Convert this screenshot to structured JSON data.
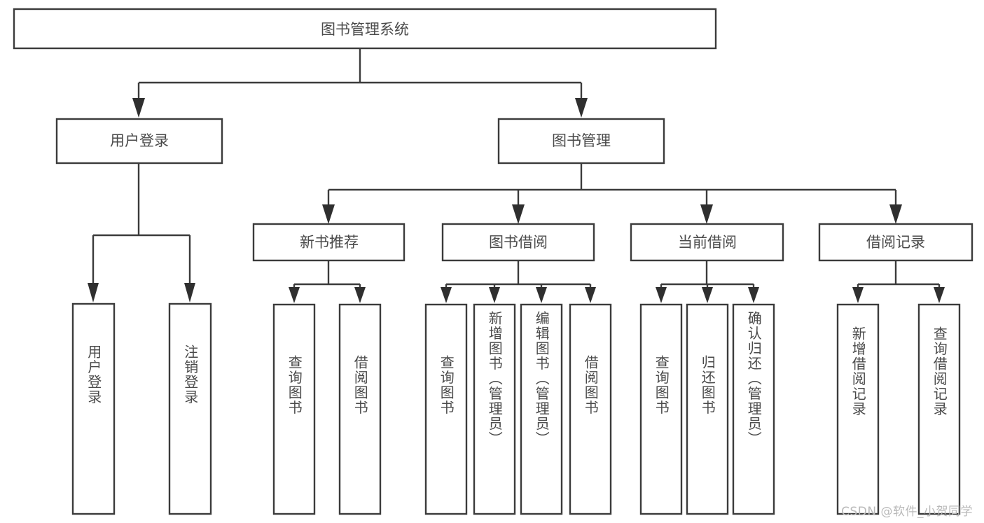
{
  "diagram": {
    "title_node": {
      "label": "图书管理系统"
    },
    "level2": [
      {
        "id": "user-login",
        "label": "用户登录"
      },
      {
        "id": "book-management",
        "label": "图书管理"
      }
    ],
    "level3": [
      {
        "id": "new-book-recommend",
        "label": "新书推荐"
      },
      {
        "id": "book-borrow",
        "label": "图书借阅"
      },
      {
        "id": "current-borrow",
        "label": "当前借阅"
      },
      {
        "id": "borrow-record",
        "label": "借阅记录"
      }
    ],
    "leaves": [
      {
        "id": "leaf-user-login",
        "label": "用户登录",
        "parent": "user-login"
      },
      {
        "id": "leaf-logout-login",
        "label": "注销登录",
        "parent": "user-login"
      },
      {
        "id": "leaf-query-book-1",
        "label": "查询图书",
        "parent": "new-book-recommend"
      },
      {
        "id": "leaf-borrow-book-1",
        "label": "借阅图书",
        "parent": "new-book-recommend"
      },
      {
        "id": "leaf-query-book-2",
        "label": "查询图书",
        "parent": "book-borrow"
      },
      {
        "id": "leaf-add-book",
        "label": "新增图书（管理员）",
        "parent": "book-borrow"
      },
      {
        "id": "leaf-edit-book",
        "label": "编辑图书（管理员）",
        "parent": "book-borrow"
      },
      {
        "id": "leaf-borrow-book-2",
        "label": "借阅图书",
        "parent": "book-borrow"
      },
      {
        "id": "leaf-query-book-3",
        "label": "查询图书",
        "parent": "current-borrow"
      },
      {
        "id": "leaf-return-book",
        "label": "归还图书",
        "parent": "current-borrow"
      },
      {
        "id": "leaf-confirm-return",
        "label": "确认归还（管理员）",
        "parent": "current-borrow"
      },
      {
        "id": "leaf-add-borrow-record",
        "label": "新增借阅记录",
        "parent": "borrow-record"
      },
      {
        "id": "leaf-query-borrow-record",
        "label": "查询借阅记录",
        "parent": "borrow-record"
      }
    ],
    "colors": {
      "box_stroke": "#3b3b3b",
      "text": "#4a4a4a",
      "background": "#ffffff",
      "watermark": "#b9b9b9"
    }
  },
  "watermark": {
    "text": "CSDN @软件_小贺同学"
  }
}
